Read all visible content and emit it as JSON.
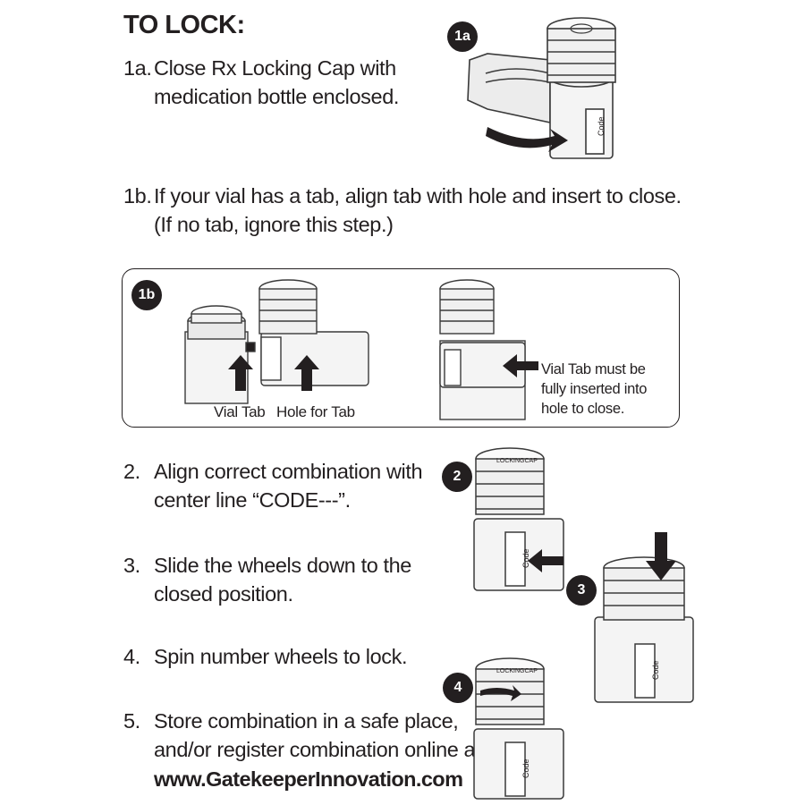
{
  "heading": "TO LOCK:",
  "steps": {
    "s1a": {
      "num": "1a.",
      "line1": "Close Rx Locking Cap with",
      "line2": "medication bottle enclosed."
    },
    "s1b": {
      "num": "1b.",
      "line1": "If your vial has a tab, align tab with hole and insert to close.",
      "line2": "(If no tab, ignore this step.)"
    },
    "s2": {
      "num": "2.",
      "line1": "Align correct combination with",
      "line2": "center line “CODE---”."
    },
    "s3": {
      "num": "3.",
      "line1": "Slide the wheels down to the",
      "line2": "closed position."
    },
    "s4": {
      "num": "4.",
      "line1": "Spin number wheels to lock."
    },
    "s5": {
      "num": "5.",
      "line1": "Store combination in a safe place,",
      "line2": "and/or register combination online at",
      "url": "www.GatekeeperInnovation.com"
    }
  },
  "badges": {
    "b1a": "1a",
    "b1b": "1b",
    "b2": "2",
    "b3": "3",
    "b4": "4"
  },
  "panel": {
    "vial_tab": "Vial Tab",
    "hole_for_tab": "Hole for Tab",
    "note_line1": "Vial Tab must be",
    "note_line2": "fully inserted into",
    "note_line3": "hole to close."
  },
  "cap_text": {
    "code": "Code",
    "brand": "LOCKINGCAP"
  },
  "colors": {
    "ink": "#231f20",
    "line": "#3a3a3a",
    "fill": "#f4f4f4",
    "shade": "#d9d9d9"
  }
}
